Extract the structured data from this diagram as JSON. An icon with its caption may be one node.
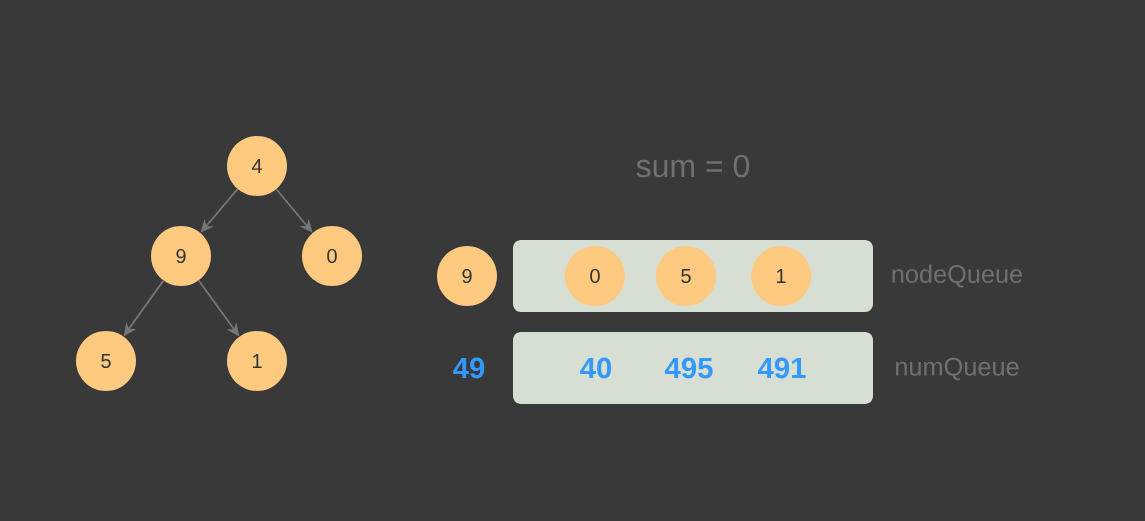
{
  "diagram": {
    "nodes": [
      {
        "text": [
          "4"
        ]
      },
      {
        "text": [
          "9"
        ]
      },
      {
        "text": [
          "0"
        ]
      },
      {
        "text": [
          "5"
        ]
      },
      {
        "text": [
          "1"
        ]
      },
      {
        "text": [
          "9"
        ]
      },
      {
        "text": [],
        "shape": "box",
        "beside": [
          "nodeQueue"
        ]
      },
      {
        "text": [
          "0"
        ],
        "in": 6
      },
      {
        "text": [
          "5"
        ],
        "in": 6
      },
      {
        "text": [
          "1"
        ],
        "in": 6
      },
      {
        "text": [],
        "shape": "box",
        "beside": [
          "numQueue"
        ]
      }
    ],
    "edges": [
      {
        "from": 0,
        "to": 1,
        "arrow": "to"
      },
      {
        "from": 0,
        "to": 2,
        "arrow": "to"
      },
      {
        "from": 1,
        "to": 3,
        "arrow": "to"
      },
      {
        "from": 1,
        "to": 4,
        "arrow": "to"
      }
    ],
    "labels": [
      "sum = 0",
      "49",
      "40",
      "495",
      "491"
    ]
  }
}
